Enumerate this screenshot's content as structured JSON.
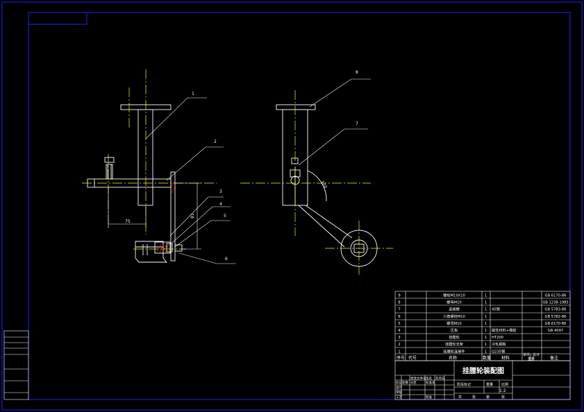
{
  "drawing": {
    "background": "#000000",
    "colors": {
      "frame": "#2323ff",
      "lines": "#ffffff",
      "centerline": "#ffff00",
      "hatch": "#ff2a2a"
    },
    "title": "挂膛轮装配图",
    "scale": "1:2",
    "callouts": [
      "1",
      "2",
      "3",
      "4",
      "5",
      "6",
      "7",
      "8"
    ],
    "dimensions": {
      "horizontal": "75",
      "vertical": "81",
      "angle": "120"
    }
  },
  "bom": {
    "headers": [
      "序号",
      "代号",
      "名称",
      "数量",
      "材料",
      "单件",
      "总计",
      "重量",
      "备注"
    ],
    "rows": [
      {
        "no": "9",
        "name": "螺栓M10X10",
        "qty": "1",
        "material": "",
        "std": "GB 6170-86"
      },
      {
        "no": "8",
        "name": "螺母M10",
        "qty": "1",
        "material": "",
        "std": "GB 1238-1985"
      },
      {
        "no": "7",
        "name": "连接螺",
        "qty": "1",
        "material": "45钢",
        "std": "GB 5783-86"
      },
      {
        "no": "6",
        "name": "六角螺栓M10",
        "qty": "1",
        "material": "",
        "std": "GB 5782-86"
      },
      {
        "no": "5",
        "name": "螺母M10",
        "qty": "1",
        "material": "",
        "std": "GB 6170-86"
      },
      {
        "no": "4",
        "name": "压板",
        "qty": "1",
        "material": "磁性材料+橡胶",
        "std": "GB 4097"
      },
      {
        "no": "3",
        "name": "挂膛轮",
        "qty": "1",
        "material": "HT200",
        "std": ""
      },
      {
        "no": "2",
        "name": "挂膛轮支架",
        "qty": "1",
        "material": "冷轧钢板",
        "std": ""
      },
      {
        "no": "1",
        "name": "挂膛轮连接件",
        "qty": "1",
        "material": "Q235钢",
        "std": ""
      }
    ]
  },
  "title_block": {
    "labels": [
      "标记",
      "处数",
      "分区",
      "更改文件号",
      "签名",
      "年月日",
      "设计",
      "审核",
      "工艺",
      "标准化",
      "批准",
      "阶段标记",
      "重量",
      "比例",
      "共",
      "张",
      "第",
      "张"
    ]
  }
}
